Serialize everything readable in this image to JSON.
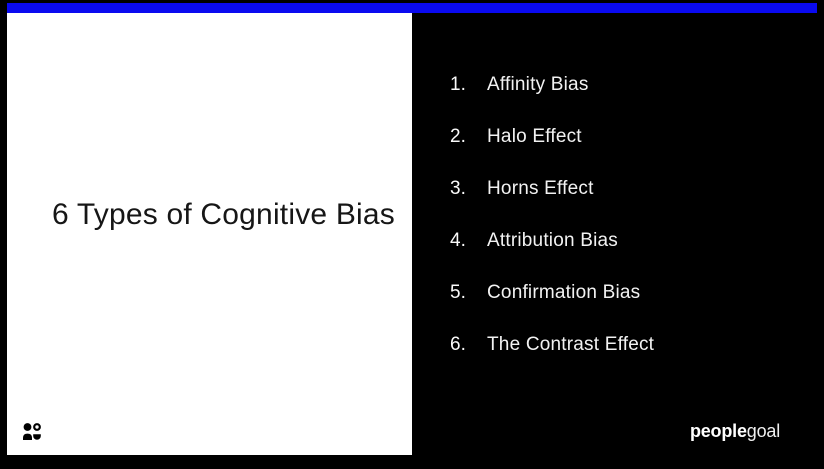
{
  "slide": {
    "title": "6 Types of Cognitive Bias",
    "accent_color": "#0a0af0",
    "left_panel_bg": "#ffffff",
    "right_panel_bg": "#000000"
  },
  "list": {
    "items": [
      {
        "number": "1.",
        "label": "Affinity Bias"
      },
      {
        "number": "2.",
        "label": "Halo Effect"
      },
      {
        "number": "3.",
        "label": "Horns Effect"
      },
      {
        "number": "4.",
        "label": "Attribution Bias"
      },
      {
        "number": "5.",
        "label": "Confirmation Bias"
      },
      {
        "number": "6.",
        "label": "The Contrast Effect"
      }
    ]
  },
  "footer": {
    "logo_bold": "people",
    "logo_light": "goal"
  },
  "icons": {
    "bottom_left": "people-icon"
  }
}
